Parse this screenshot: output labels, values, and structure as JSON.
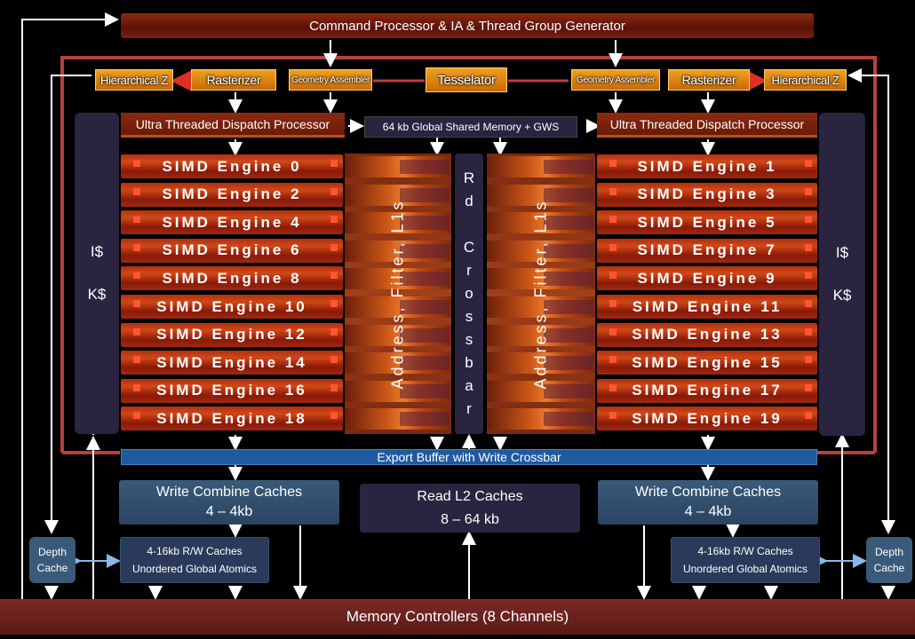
{
  "top": {
    "command": "Command Processor  &  IA & Thread Group Generator"
  },
  "front_end": {
    "hiz_left": "Hierarchical Z",
    "rast_left": "Rasterizer",
    "geo_left": "Geometry Assembler",
    "tess": "Tesselator",
    "geo_right": "Geometry Assembler",
    "rast_right": "Rasterizer",
    "hiz_right": "Hierarchical Z"
  },
  "dispatch": {
    "left": "Ultra Threaded Dispatch Processor",
    "right": "Ultra Threaded Dispatch Processor",
    "gsm": "64 kb Global Shared Memory + GWS"
  },
  "side": {
    "left_i": "I$",
    "left_k": "K$",
    "right_i": "I$",
    "right_k": "K$"
  },
  "simd_left": [
    "SIMD Engine 0",
    "SIMD Engine 2",
    "SIMD Engine 4",
    "SIMD Engine 6",
    "SIMD Engine 8",
    "SIMD Engine 10",
    "SIMD Engine 12",
    "SIMD Engine 14",
    "SIMD Engine 16",
    "SIMD Engine 18"
  ],
  "simd_right": [
    "SIMD Engine 1",
    "SIMD Engine 3",
    "SIMD Engine 5",
    "SIMD Engine 7",
    "SIMD Engine 9",
    "SIMD Engine 11",
    "SIMD Engine 13",
    "SIMD Engine 15",
    "SIMD Engine 17",
    "SIMD Engine 19"
  ],
  "texture": {
    "left": "Address, Filter, L1s",
    "right": "Address, Filter, L1s"
  },
  "crossbar": [
    "R",
    "d",
    "",
    "C",
    "r",
    "o",
    "s",
    "s",
    "b",
    "a",
    "r"
  ],
  "export_buffer": "Export Buffer with Write Crossbar",
  "wcc_left": {
    "line1": "Write Combine Caches",
    "line2": "4 – 4kb"
  },
  "wcc_right": {
    "line1": "Write Combine Caches",
    "line2": "4 – 4kb"
  },
  "l2": {
    "line1": "Read L2 Caches",
    "line2": "8 – 64 kb"
  },
  "rw_left": {
    "line1": "4-16kb R/W Caches",
    "line2": "Unordered Global Atomics"
  },
  "rw_right": {
    "line1": "4-16kb R/W Caches",
    "line2": "Unordered Global Atomics"
  },
  "depth_left": {
    "line1": "Depth",
    "line2": "Cache"
  },
  "depth_right": {
    "line1": "Depth",
    "line2": "Cache"
  },
  "memory": "Memory Controllers (8 Channels)"
}
